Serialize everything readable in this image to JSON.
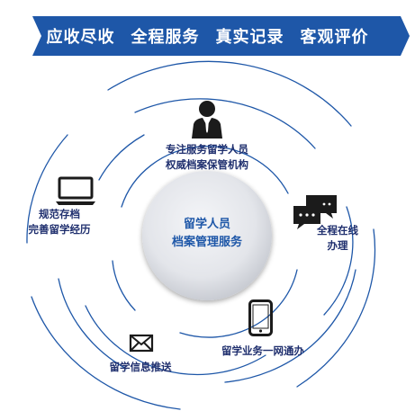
{
  "banner": {
    "color": "#1e57a8",
    "items": [
      "应收尽收",
      "全程服务",
      "真实记录",
      "客观评价"
    ]
  },
  "center": {
    "line1": "留学人员",
    "line2": "档案管理服务"
  },
  "nodes": {
    "top": {
      "line1": "专注服务留学人员",
      "line2": "权威档案保管机构",
      "icon": "person-icon"
    },
    "left": {
      "line1": "规范存档",
      "line2": "完善留学经历",
      "icon": "laptop-icon"
    },
    "right": {
      "line1": "全程在线",
      "line2": "办理",
      "icon": "chat-bubbles-icon"
    },
    "bottom_right": {
      "line1": "留学业务一网通办",
      "icon": "phone-icon"
    },
    "bottom_left": {
      "line1": "留学信息推送",
      "icon": "envelope-icon"
    }
  },
  "colors": {
    "ring": "#1e57a8",
    "label": "#1f2f6e",
    "center_text": "#1e57a8"
  }
}
